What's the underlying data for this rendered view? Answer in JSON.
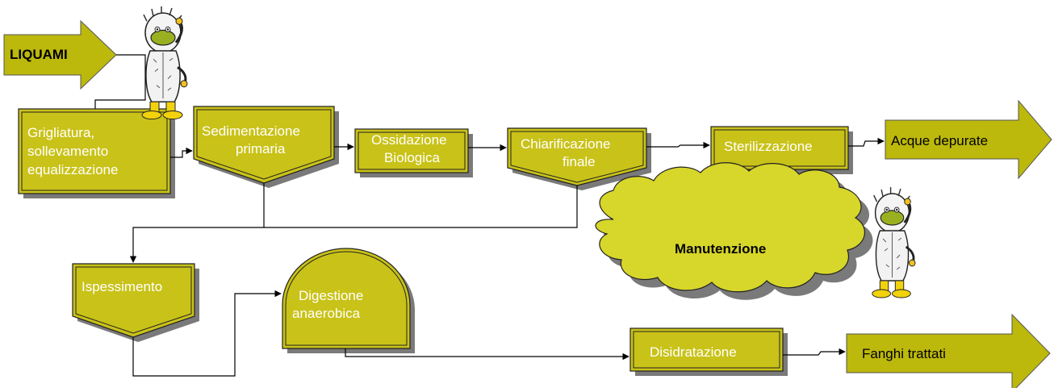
{
  "diagram": {
    "input_label": "LIQUAMI",
    "nodes": {
      "grigliatura": [
        "Grigliatura,",
        "sollevamento",
        "equalizzazione"
      ],
      "sedimentazione": [
        "Sedimentazione",
        "primaria"
      ],
      "ossidazione": [
        "Ossidazione",
        "Biologica"
      ],
      "chiarificazione": [
        "Chiarificazione",
        "finale"
      ],
      "sterilizzazione": [
        "Sterilizzazione"
      ],
      "ispessimento": [
        "Ispessimento"
      ],
      "digestione": [
        "Digestione",
        "anaerobica"
      ],
      "disidratazione": [
        "Disidratazione"
      ]
    },
    "outputs": {
      "acque": "Acque depurate",
      "fanghi": "Fanghi trattati"
    },
    "cloud_label": "Manutenzione",
    "colors": {
      "box_fill": "#c9c218",
      "arrow_fill": "#bcb80c",
      "cloud_fill": "#d7d62b",
      "shadow": "#7a7a7a",
      "line": "#000000"
    },
    "mascot_icons": [
      "mascot-icon",
      "mascot-icon"
    ]
  }
}
